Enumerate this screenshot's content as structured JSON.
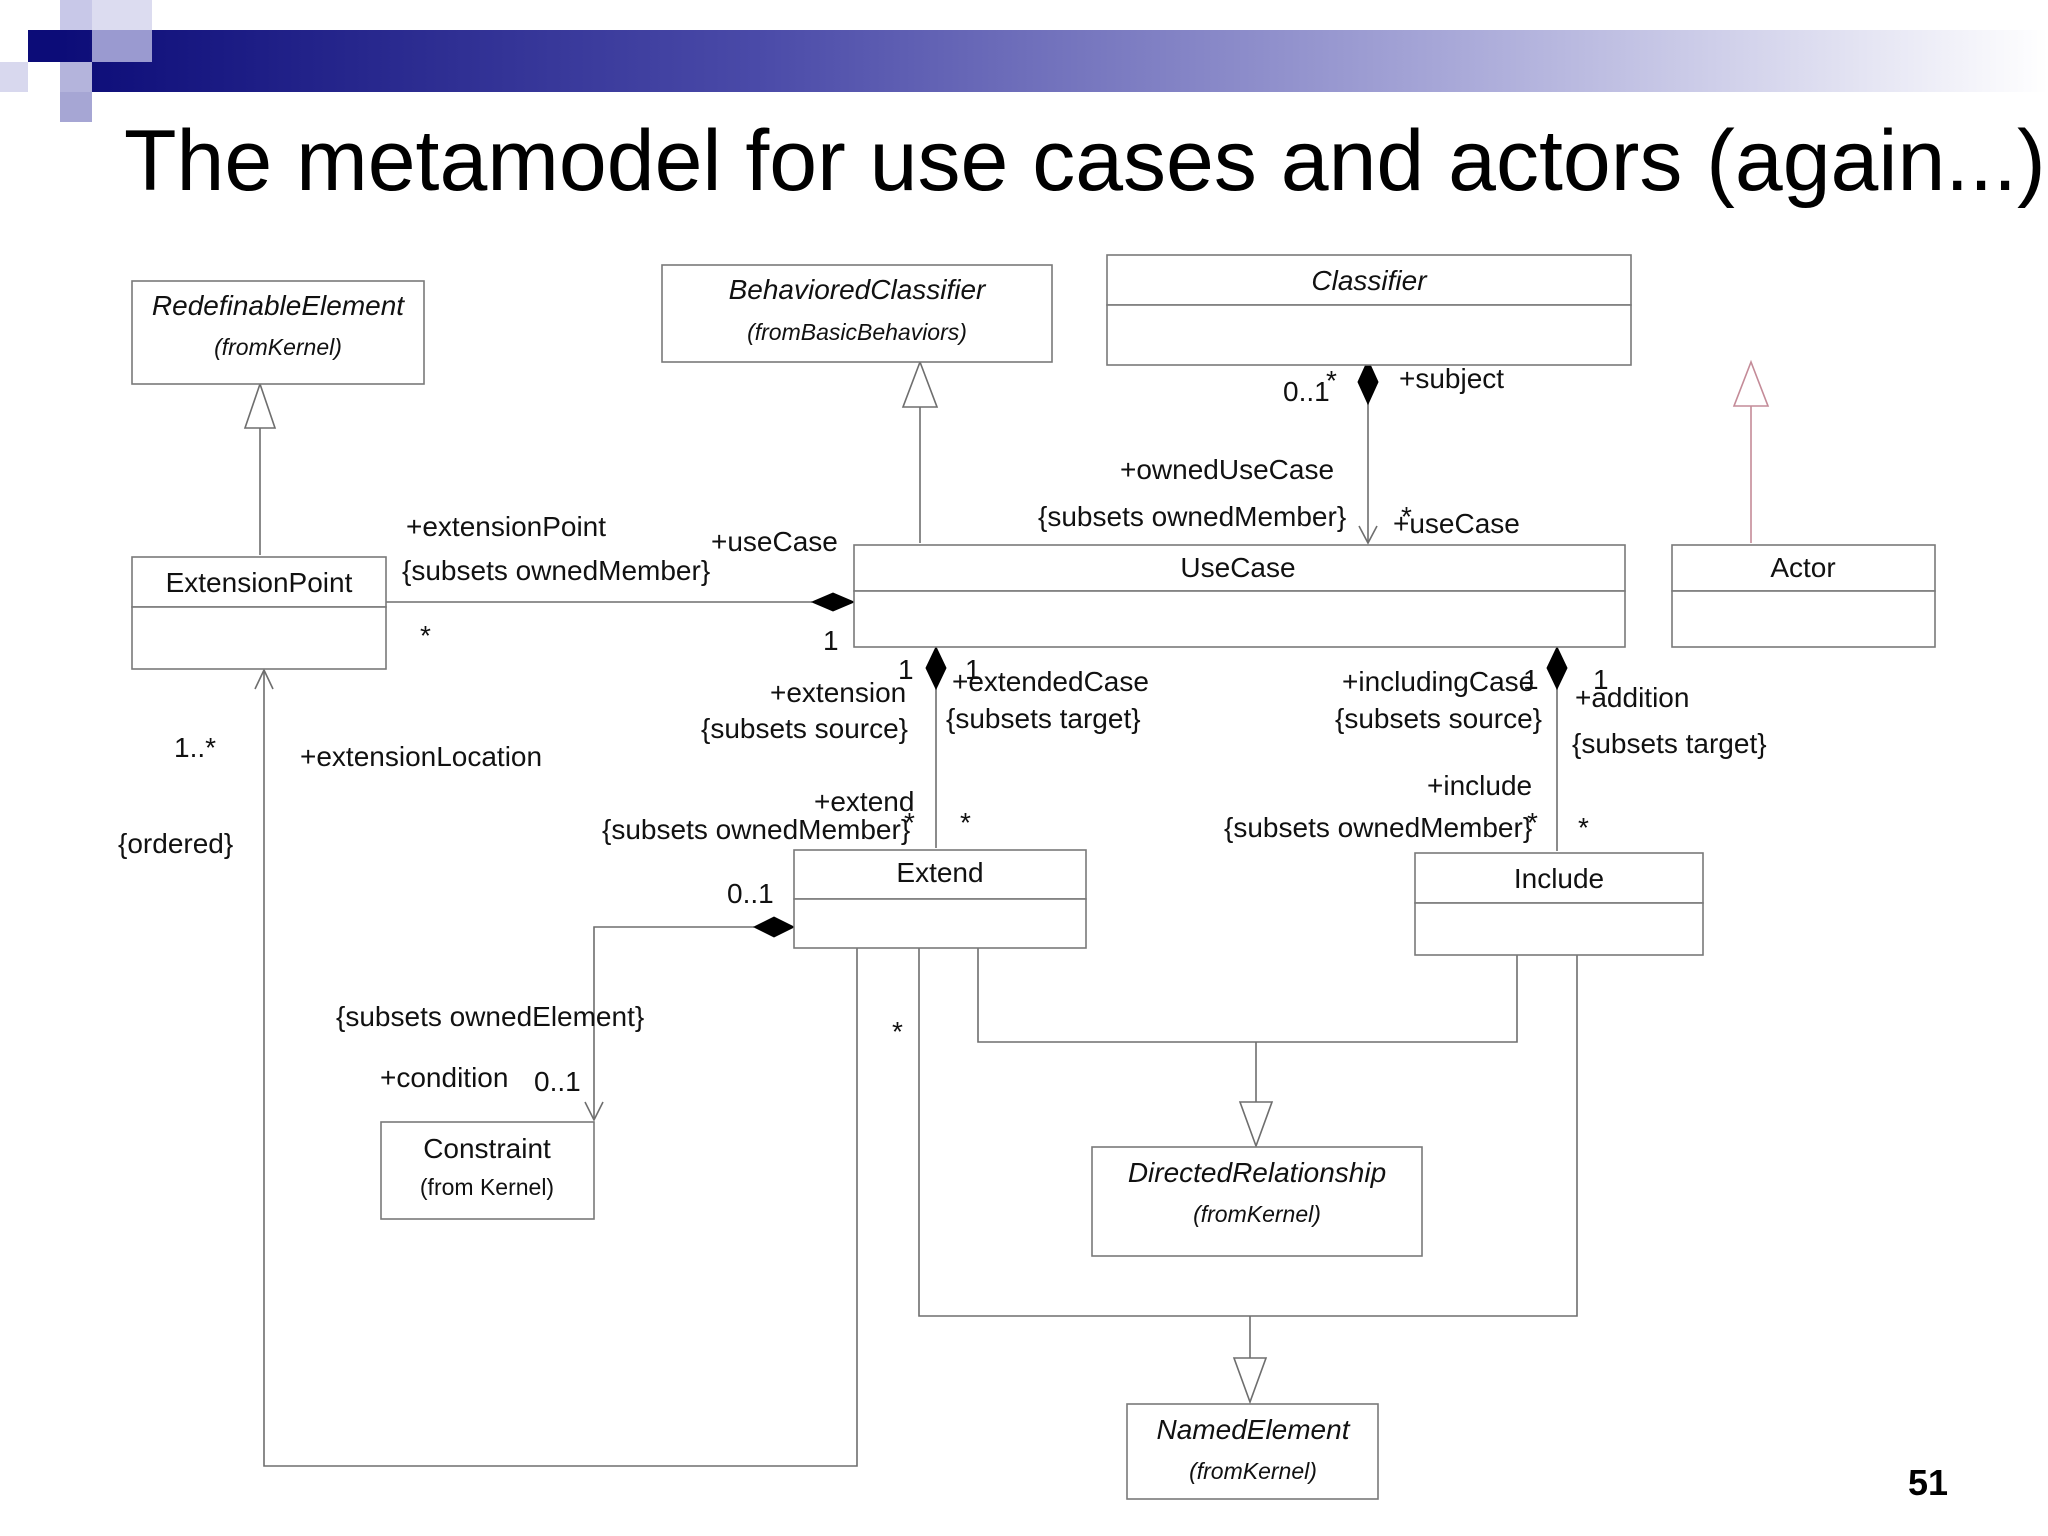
{
  "slide": {
    "title": "The metamodel for use cases and actors (again...)",
    "page_number": "51"
  },
  "colors": {
    "banner_dark": "#14147a",
    "banner_mid": "#6a6ab8",
    "banner_light": "#ffffff",
    "actor_generalization": "#c48b98"
  },
  "classes": {
    "redefinable_element": {
      "name": "RedefinableElement",
      "from": "(fromKernel)"
    },
    "behaviored_classifier": {
      "name": "BehavioredClassifier",
      "from": "(fromBasicBehaviors)"
    },
    "classifier": {
      "name": "Classifier"
    },
    "extension_point": {
      "name": "ExtensionPoint"
    },
    "use_case": {
      "name": "UseCase"
    },
    "actor": {
      "name": "Actor"
    },
    "extend": {
      "name": "Extend"
    },
    "include": {
      "name": "Include"
    },
    "constraint": {
      "name": "Constraint",
      "from": "(from Kernel)"
    },
    "directed_relationship": {
      "name": "DirectedRelationship",
      "from": "(fromKernel)"
    },
    "named_element": {
      "name": "NamedElement",
      "from": "(fromKernel)"
    }
  },
  "labels": {
    "subject_mult": "0..1",
    "subject_star": "*",
    "subject_role": "+subject",
    "owned_use_case": "+ownedUseCase",
    "owned_use_case_subsets": "{subsets ownedMember}",
    "owned_use_case_star": "*",
    "use_case_role_classifier": "+useCase",
    "extension_point_role": "+extensionPoint",
    "extension_point_subsets": "{subsets ownedMember}",
    "extension_point_star": "*",
    "use_case_role_ep": "+useCase",
    "use_case_mult_ep": "1",
    "extension_mult": "1",
    "extension_role": "+extension",
    "extension_subsets": "{subsets source}",
    "extended_case_mult": "1",
    "extended_case_role": "+extendedCase",
    "extended_case_subsets": "{subsets target}",
    "including_case_role": "+includingCase",
    "including_case_mult": "1",
    "including_case_subsets": "{subsets source}",
    "addition_mult": "1",
    "addition_role": "+addition",
    "addition_subsets": "{subsets target}",
    "ext_loc_mult": "1..*",
    "ext_loc_role": "+extensionLocation",
    "ext_loc_ordered": "{ordered}",
    "extend_role": "+extend",
    "extend_subsets": "{subsets ownedMember}",
    "extend_star1": "*",
    "extend_star2": "*",
    "include_role": "+include",
    "include_subsets": "{subsets ownedMember}",
    "include_star1": "*",
    "include_star2": "*",
    "extend_condition_mult": "0..1",
    "owned_element_subsets": "{subsets ownedElement}",
    "condition_role": "+condition",
    "condition_mult": "0..1",
    "extend_to_ep_star": "*"
  }
}
